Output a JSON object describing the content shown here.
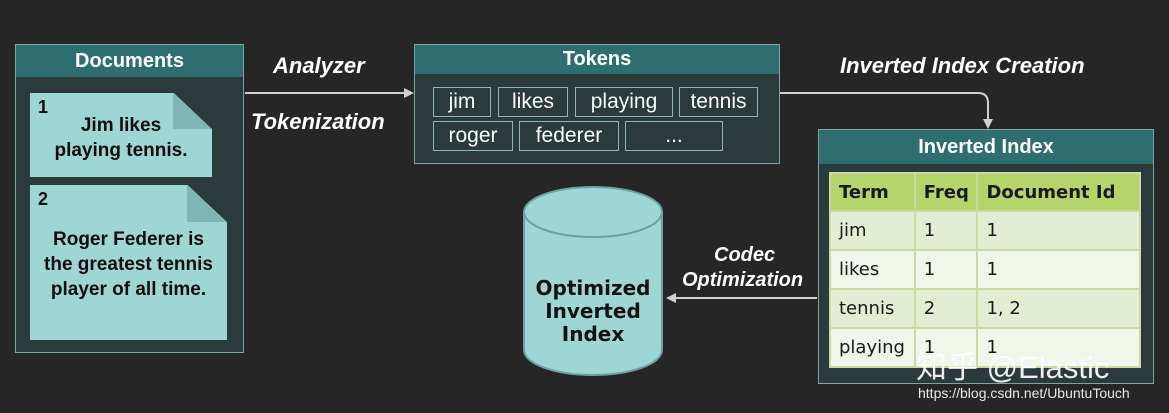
{
  "documents": {
    "title": "Documents",
    "items": [
      {
        "id": "1",
        "lines": [
          "Jim likes",
          "playing tennis."
        ]
      },
      {
        "id": "2",
        "lines": [
          "Roger Federer is",
          "the greatest tennis",
          "player of all time."
        ]
      }
    ]
  },
  "labels": {
    "analyzer": "Analyzer",
    "tokenization": "Tokenization",
    "inverted_index_creation": "Inverted Index Creation",
    "codec": "Codec",
    "optimization": "Optimization"
  },
  "tokens": {
    "title": "Tokens",
    "items": [
      "jim",
      "likes",
      "playing",
      "tennis",
      "roger",
      "federer",
      "..."
    ]
  },
  "inverted_index": {
    "title": "Inverted Index",
    "headers": [
      "Term",
      "Freq",
      "Document Id"
    ],
    "rows": [
      [
        "jim",
        "1",
        "1"
      ],
      [
        "likes",
        "1",
        "1"
      ],
      [
        "tennis",
        "2",
        "1, 2"
      ],
      [
        "playing",
        "1",
        "1"
      ]
    ]
  },
  "optimized": {
    "lines": [
      "Optimized",
      "Inverted",
      "Index"
    ]
  },
  "watermark": {
    "brand": "知乎 @Elastic",
    "url": "https://blog.csdn.net/UbuntuTouch"
  },
  "colors": {
    "background": "#262626",
    "panel_header": "#2f6e70",
    "document_fill": "#9ed6d6",
    "table_header": "#b7d36b"
  }
}
